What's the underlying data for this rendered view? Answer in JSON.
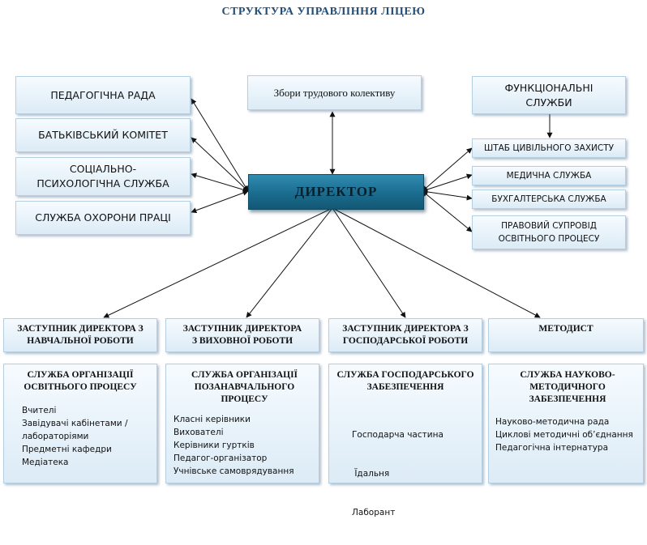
{
  "title": "СТРУКТУРА  УПРАВЛІННЯ ЛІЦЕЮ",
  "director": "ДИРЕКТОР",
  "top_center": "Збори трудового колективу",
  "left_boxes": [
    "ПЕДАГОГІЧНА РАДА",
    "БАТЬКІВСЬКИЙ КОМІТЕТ",
    "СОЦІАЛЬНО-ПСИХОЛОГІЧНА СЛУЖБА",
    "СЛУЖБА ОХОРОНИ ПРАЦІ"
  ],
  "right_header": "ФУНКЦІОНАЛЬНІ СЛУЖБИ",
  "right_boxes": [
    "ШТАБ ЦИВІЛЬНОГО ЗАХИСТУ",
    "МЕДИЧНА СЛУЖБА",
    "БУХГАЛТЕРСЬКА СЛУЖБА",
    "ПРАВОВИЙ СУПРОВІД ОСВІТНЬОГО ПРОЦЕСУ"
  ],
  "deputies": [
    "ЗАСТУПНИК ДИРЕКТОРА З НАВЧАЛЬНОЇ РОБОТИ",
    "ЗАСТУПНИК ДИРЕКТОРА З ВИХОВНОЇ РОБОТИ",
    "ЗАСТУПНИК ДИРЕКТОРА З ГОСПОДАРСЬКОЇ РОБОТИ",
    "МЕТОДИСТ"
  ],
  "services": [
    {
      "title": "СЛУЖБА ОРГАНІЗАЦІЇ ОСВІТНЬОГО ПРОЦЕСУ",
      "items": [
        "Вчителі",
        "Завідувачі кабінетами /",
        "лабораторіями",
        "Предметні кафедри",
        "Медіатека"
      ]
    },
    {
      "title": "СЛУЖБА ОРГАНІЗАЦІЇ ПОЗАНАВЧАЛЬНОГО ПРОЦЕСУ",
      "items": [
        "Класні керівники",
        "Вихователі",
        "Керівники гуртків",
        "Педагог-організатор",
        "Учнівське самоврядування"
      ]
    },
    {
      "title": "СЛУЖБА ГОСПОДАРСЬКОГО ЗАБЕЗПЕЧЕННЯ",
      "items": [
        "Господарча частина",
        " Їдальня",
        "Лаборант"
      ]
    },
    {
      "title": "СЛУЖБА НАУКОВО-МЕТОДИЧНОГО ЗАБЕЗПЕЧЕННЯ",
      "items": [
        "Науково-методична рада",
        "Циклові методичні об’єднання",
        "Педагогічна інтернатура"
      ]
    }
  ]
}
